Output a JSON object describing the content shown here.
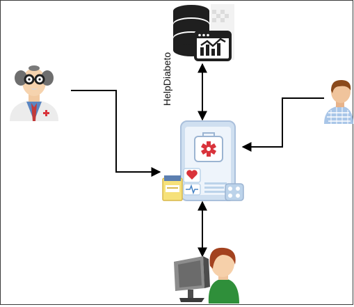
{
  "diagram": {
    "app_label": "HelpDiabeto",
    "nodes": [
      {
        "id": "database",
        "icon": "database-analytics-icon"
      },
      {
        "id": "doctor",
        "icon": "doctor-icon"
      },
      {
        "id": "patient",
        "icon": "patient-icon"
      },
      {
        "id": "app",
        "icon": "medical-app-phone-icon"
      },
      {
        "id": "user-computer",
        "icon": "user-at-computer-icon"
      }
    ],
    "edges": [
      {
        "from": "database",
        "to": "app",
        "style": "bidirectional"
      },
      {
        "from": "doctor",
        "to": "app",
        "style": "directed"
      },
      {
        "from": "patient",
        "to": "app",
        "style": "directed"
      },
      {
        "from": "app",
        "to": "user-computer",
        "style": "bidirectional"
      }
    ],
    "colors": {
      "line": "#000000",
      "accent_red": "#d9333b",
      "phone_blue": "#bcd3ea",
      "patient_shirt": "#a9c6e8",
      "user_green": "#2f8f3a"
    }
  }
}
